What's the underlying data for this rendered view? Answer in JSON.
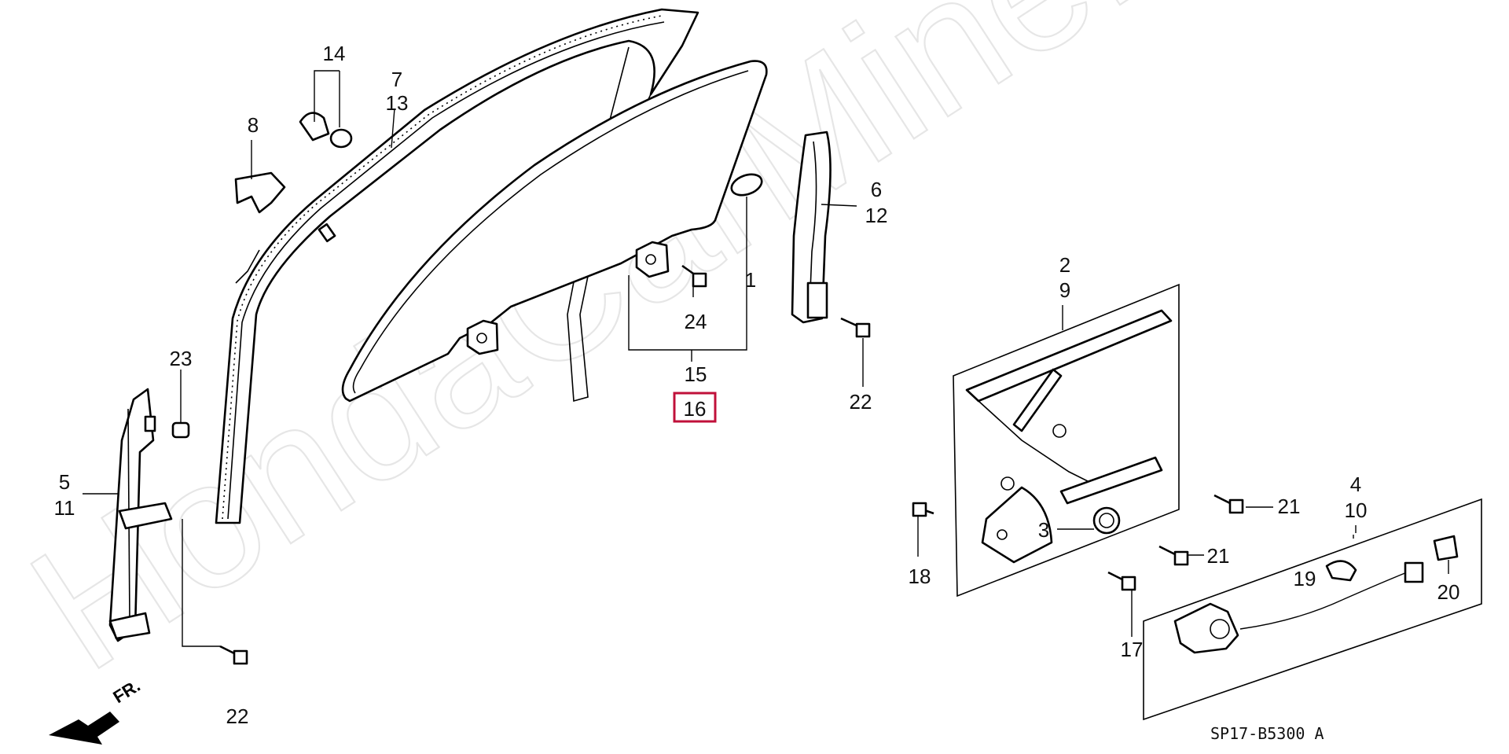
{
  "watermark": "HondaCarMine.ru",
  "diagram_code": "SP17-B5300 A",
  "direction_indicator": "FR.",
  "highlighted_part": "16",
  "callouts": {
    "c1": "1",
    "c2": "2",
    "c3": "3",
    "c4": "4",
    "c5": "5",
    "c6": "6",
    "c7": "7",
    "c8": "8",
    "c9": "9",
    "c10": "10",
    "c11": "11",
    "c12": "12",
    "c13": "13",
    "c14": "14",
    "c15": "15",
    "c16": "16",
    "c17": "17",
    "c18": "18",
    "c19": "19",
    "c20": "20",
    "c21a": "21",
    "c21b": "21",
    "c22a": "22",
    "c22b": "22",
    "c23": "23",
    "c24": "24"
  }
}
